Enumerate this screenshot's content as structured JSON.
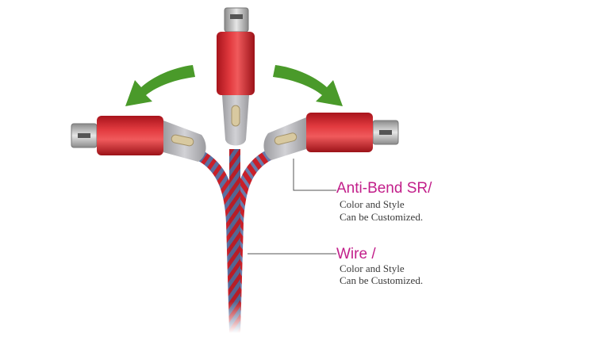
{
  "colors": {
    "accent_magenta": "#c21f8a",
    "text_dark": "#3a3a3a",
    "connector_red": "#d7282f",
    "arrow_green": "#4a9a2a",
    "strain_relief_gray": "#b8b8bc",
    "braid_red": "#c8202a",
    "braid_blue": "#5a6fa0"
  },
  "labels": {
    "anti_bend": {
      "title": "Anti-Bend SR/",
      "line1": "Color and Style",
      "line2": "Can be Customized."
    },
    "wire": {
      "title": "Wire /",
      "line1": "Color and Style",
      "line2": "Can be Customized."
    }
  },
  "icons": {
    "left_arrow": "curved-arrow-left-icon",
    "right_arrow": "curved-arrow-right-icon"
  }
}
